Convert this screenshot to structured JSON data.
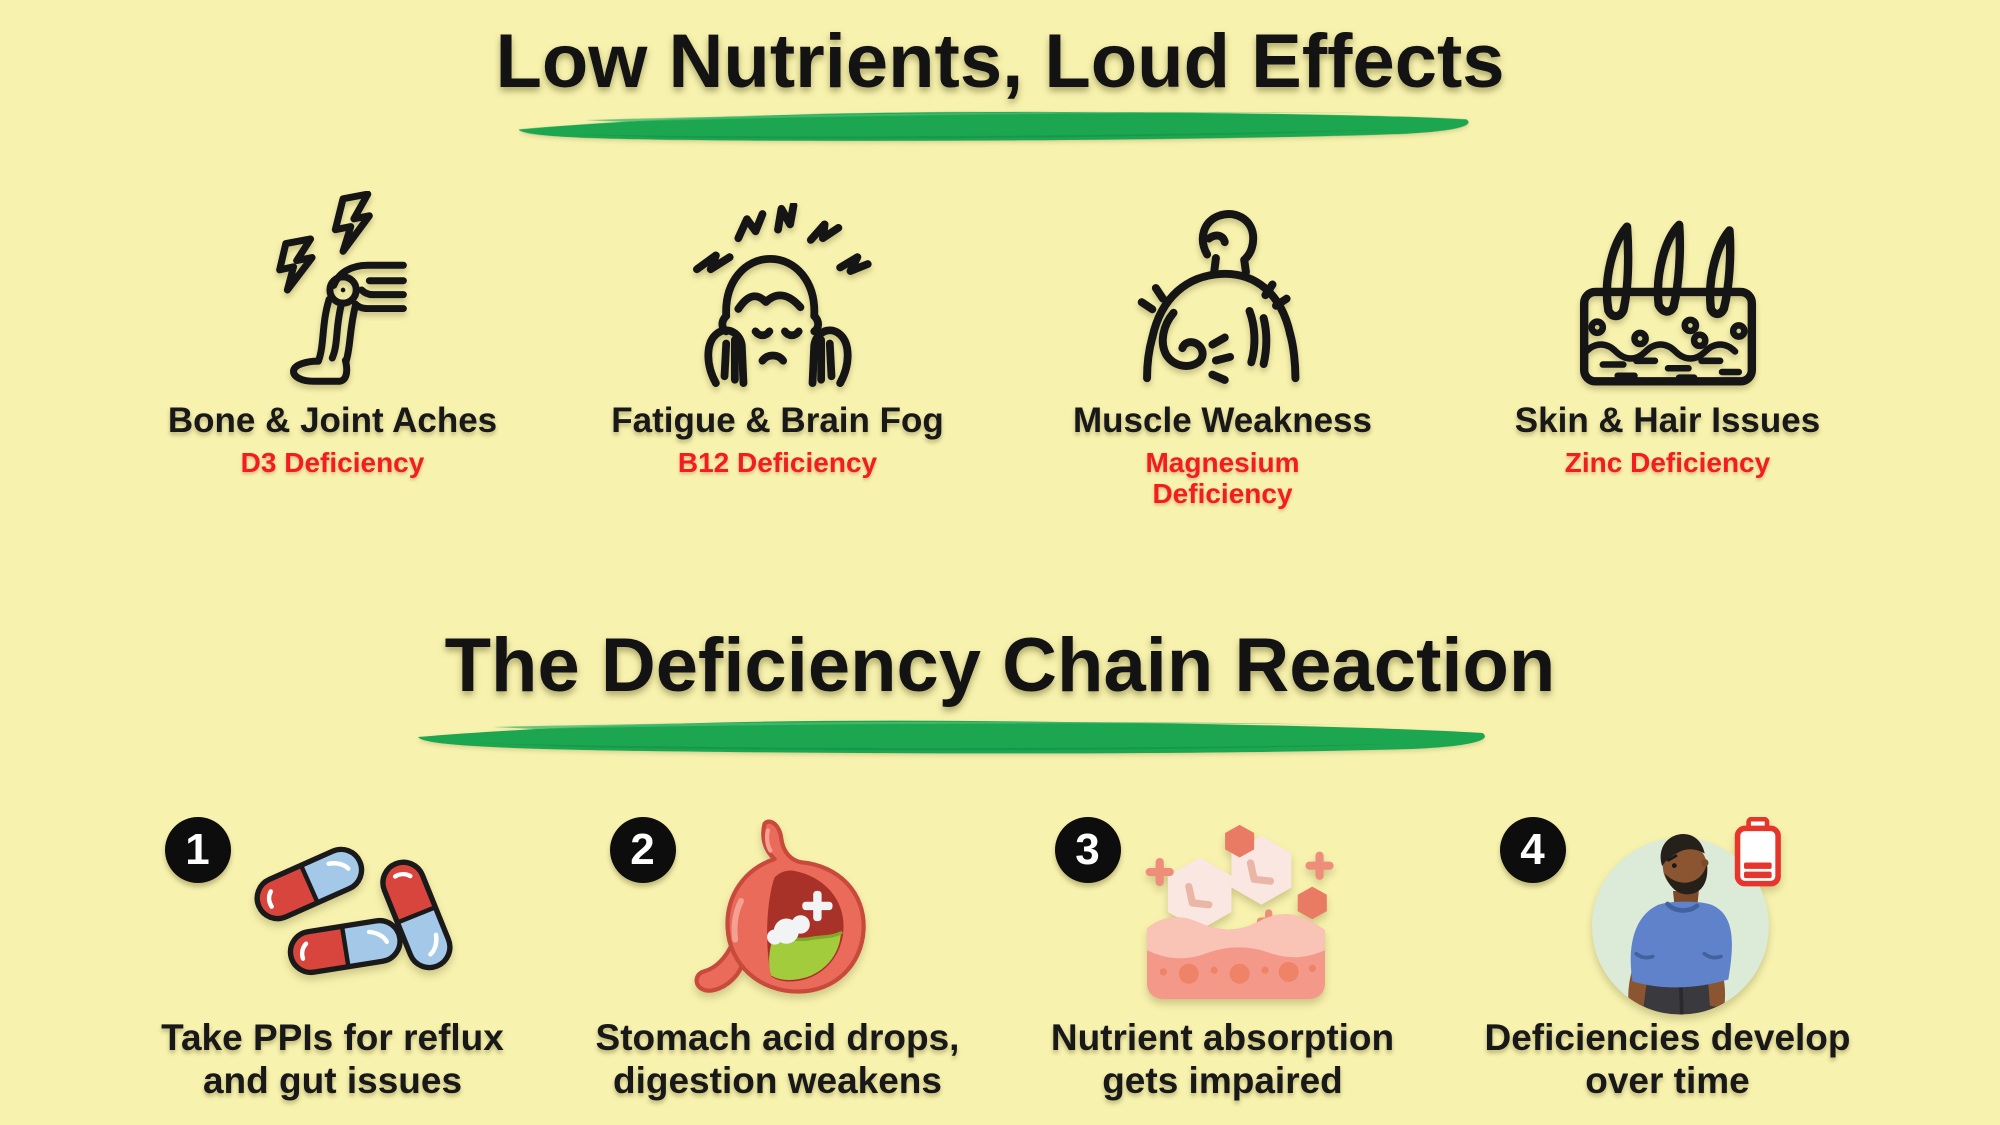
{
  "meta": {
    "background_color": "#F8F2AF",
    "accent_green": "#1CA64F",
    "alert_red": "#F21D1D",
    "text_color": "#161616"
  },
  "section1": {
    "title": "Low Nutrients, Loud Effects",
    "items": [
      {
        "icon": "knee-joint-pain-icon",
        "label": "Bone & Joint Aches",
        "deficiency": "D3 Deficiency"
      },
      {
        "icon": "headache-fatigue-icon",
        "label": "Fatigue & Brain Fog",
        "deficiency": "B12 Deficiency"
      },
      {
        "icon": "back-muscle-pain-icon",
        "label": "Muscle Weakness",
        "deficiency": "Magnesium Deficiency"
      },
      {
        "icon": "skin-hair-follicles-icon",
        "label": "Skin & Hair Issues",
        "deficiency": "Zinc Deficiency"
      }
    ]
  },
  "section2": {
    "title": "The Deficiency Chain Reaction",
    "steps": [
      {
        "number": "1",
        "illustration": "ppi-capsules-illustration",
        "lines": [
          "Take PPIs for reflux",
          "and gut issues"
        ]
      },
      {
        "number": "2",
        "illustration": "stomach-acid-illustration",
        "lines": [
          "Stomach acid drops,",
          "digestion weakens"
        ]
      },
      {
        "number": "3",
        "illustration": "gut-lining-absorption-illustration",
        "lines": [
          "Nutrient absorption",
          "gets impaired"
        ]
      },
      {
        "number": "4",
        "illustration": "tired-man-low-battery-illustration",
        "lines": [
          "Deficiencies develop",
          "over time"
        ]
      }
    ]
  }
}
